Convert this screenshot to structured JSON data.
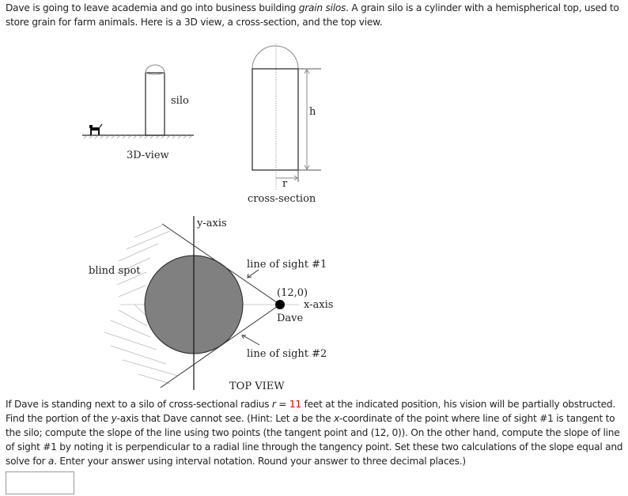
{
  "intro": {
    "part1": "Dave is going to leave academia and go into business building ",
    "em": "grain silos",
    "part2": ". A grain silo is a cylinder with a hemispherical top, used to store grain for farm animals. Here is a 3D view, a cross-section, and the top view."
  },
  "diagram": {
    "silo_label": "silo",
    "view3d_label": "3D-view",
    "h_label": "h",
    "r_label": "r",
    "cross_section_label": "cross-section",
    "y_axis_label": "y-axis",
    "x_axis_label": "x-axis",
    "blind_spot_label": "blind spot",
    "line1_label": "line of sight #1",
    "line2_label": "line of sight #2",
    "point_label": "(12,0)",
    "dave_label": "Dave",
    "top_view_label": "TOP VIEW"
  },
  "question": {
    "t1": "If Dave is standing next to a silo of cross-sectional radius ",
    "r_var": "r",
    "eq": " = ",
    "r_value": "11",
    "t2": " feet at the indicated position, his vision will be partially obstructed. Find the portion of the ",
    "y_var": "y",
    "t3": "-axis that Dave cannot see. (Hint: Let ",
    "a_var": "a",
    "t4": " be the ",
    "x_var": "x",
    "t5": "-coordinate of the point where line of sight #1 is tangent to the silo; compute the slope of the line using two points (the tangent point and (12, 0)). On the other hand, compute the slope of line of sight #1 by noting it is perpendicular to a radial line through the tangency point. Set these two calculations of the slope equal and solve for ",
    "a_var2": "a",
    "t6": ". Enter your answer using interval notation. Round your answer to three decimal places.)"
  },
  "answer": {
    "value": ""
  },
  "colors": {
    "highlight": "#ee0000",
    "silo_fill": "#808080"
  }
}
